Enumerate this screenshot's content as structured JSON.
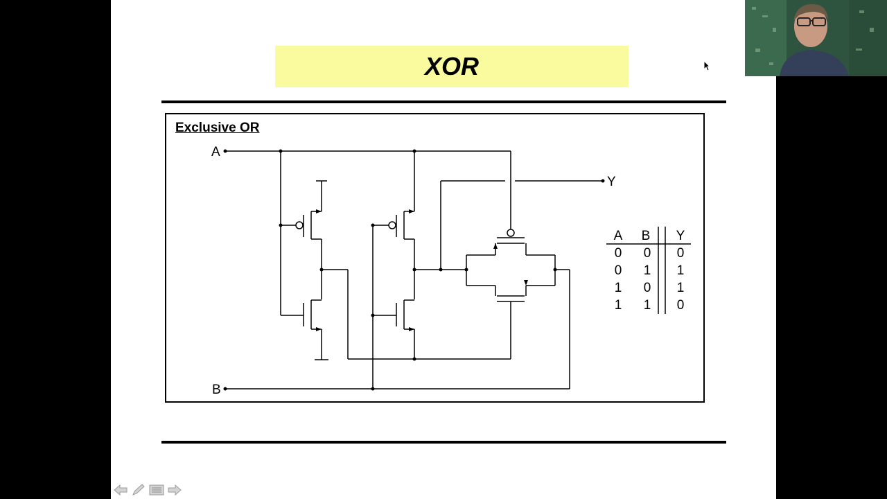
{
  "slide": {
    "title": "XOR",
    "diagram_heading": "Exclusive OR",
    "circuit": {
      "input_a_label": "A",
      "input_b_label": "B",
      "output_label": "Y"
    },
    "truth_table": {
      "headers": [
        "A",
        "B",
        "Y"
      ],
      "rows": [
        [
          "0",
          "0",
          "0"
        ],
        [
          "0",
          "1",
          "1"
        ],
        [
          "1",
          "0",
          "1"
        ],
        [
          "1",
          "1",
          "0"
        ]
      ]
    }
  },
  "controls": {
    "icons": [
      "arrow-left-icon",
      "pen-icon",
      "menu-icon",
      "arrow-right-icon"
    ]
  },
  "colors": {
    "title_background": "#fafa9e",
    "slide_background": "#ffffff",
    "outer_background": "#000000"
  }
}
